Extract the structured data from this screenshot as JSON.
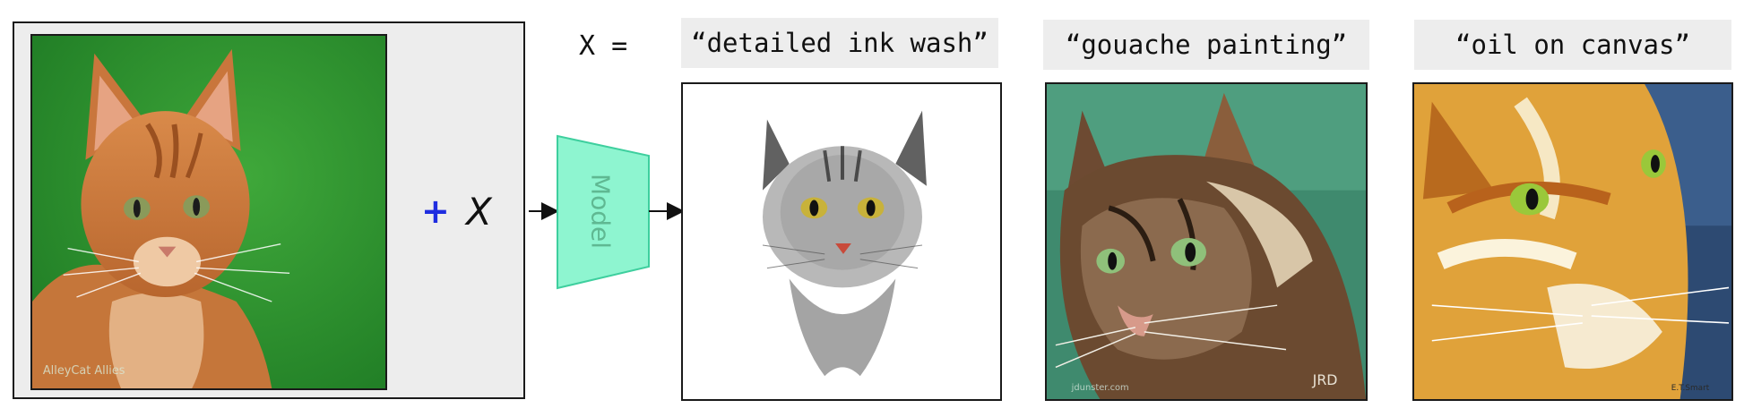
{
  "input": {
    "plus": "+",
    "variable": "X",
    "watermark": "AlleyCat Allies"
  },
  "prompt_line": {
    "text": "X ="
  },
  "model": {
    "label": "Model",
    "color": "#8ef5d0"
  },
  "outputs": [
    {
      "prompt": "“detailed ink wash”",
      "signature": ""
    },
    {
      "prompt": "“gouache painting”",
      "signature": "JRD",
      "watermark": "jdunster.com"
    },
    {
      "prompt": "“oil on canvas”",
      "signature": "E.T.Smart"
    }
  ],
  "colors": {
    "panel_bg": "#ededed",
    "plus": "#1f2de0",
    "model_fill": "#8ef5d0",
    "model_stroke": "#3ecf9e"
  }
}
